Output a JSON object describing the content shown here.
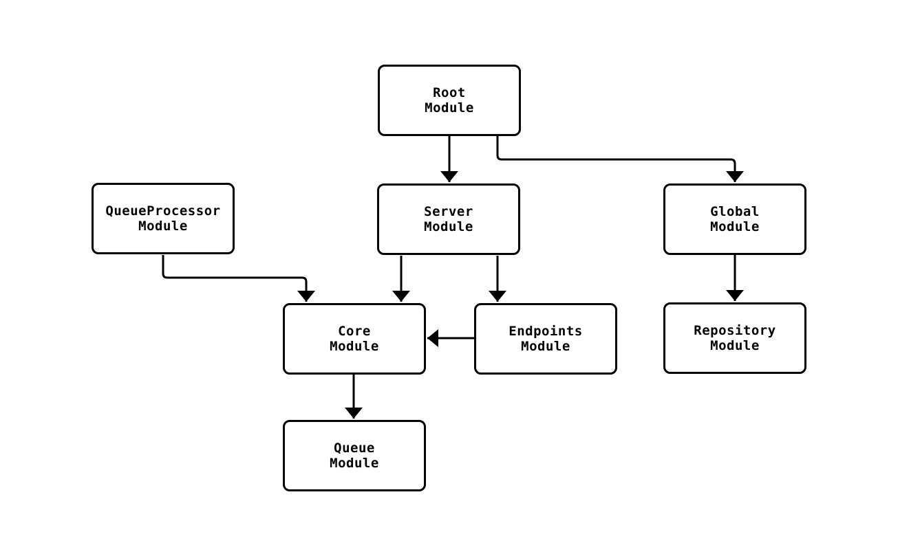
{
  "diagram": {
    "type": "module-dependency-flowchart",
    "background_color": "#ffffff",
    "node_fill_color": "#ffffff",
    "node_border_color": "#000000",
    "edge_color": "#000000",
    "text_color": "#000000",
    "nodes": {
      "root": {
        "label": "Root\nModule"
      },
      "queue_processor": {
        "label": "QueueProcessor\nModule"
      },
      "server": {
        "label": "Server\nModule"
      },
      "global": {
        "label": "Global\nModule"
      },
      "core": {
        "label": "Core\nModule"
      },
      "endpoints": {
        "label": "Endpoints\nModule"
      },
      "repository": {
        "label": "Repository\nModule"
      },
      "queue": {
        "label": "Queue\nModule"
      }
    },
    "edges": [
      {
        "from": "Root Module",
        "to": "Server Module"
      },
      {
        "from": "Root Module",
        "to": "Global Module"
      },
      {
        "from": "QueueProcessor Module",
        "to": "Core Module"
      },
      {
        "from": "Server Module",
        "to": "Core Module"
      },
      {
        "from": "Server Module",
        "to": "Endpoints Module"
      },
      {
        "from": "Endpoints Module",
        "to": "Core Module"
      },
      {
        "from": "Global Module",
        "to": "Repository Module"
      },
      {
        "from": "Core Module",
        "to": "Queue Module"
      }
    ]
  }
}
